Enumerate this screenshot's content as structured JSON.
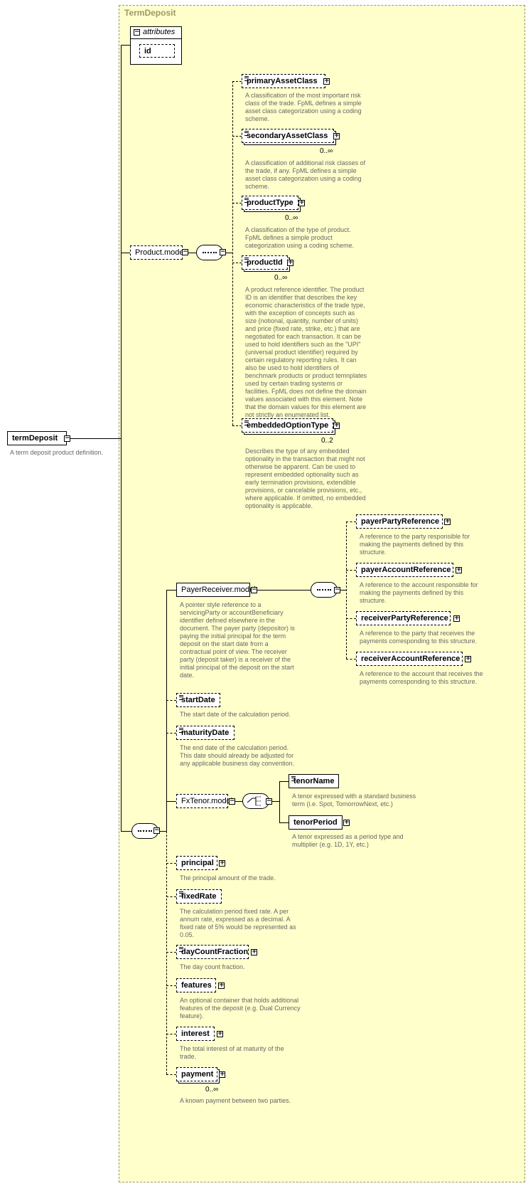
{
  "root": {
    "label": "termDeposit",
    "desc": "A term deposit product definition."
  },
  "group": {
    "title": "TermDeposit"
  },
  "attributes": {
    "label": "attributes",
    "id_label": "id"
  },
  "product_model": {
    "label": "Product.model",
    "items": [
      {
        "label": "primaryAssetClass",
        "card": "",
        "desc": "A classification of the most important risk class of the trade. FpML defines a simple asset class categorization using a coding scheme."
      },
      {
        "label": "secondaryAssetClass",
        "card": "0..∞",
        "desc": "A classification of additional risk classes of the trade, if any. FpML defines a simple asset class categorization using a coding scheme."
      },
      {
        "label": "productType",
        "card": "0..∞",
        "desc": "A classification of the type of product. FpML defines a simple product categorization using a coding scheme."
      },
      {
        "label": "productId",
        "card": "0..∞",
        "desc": "A product reference identifier. The product ID is an identifier that describes the key economic characteristics of the trade type, with the exception of concepts such as size (notional, quantity, number of units) and price (fixed rate, strike, etc.) that are negotiated for each transaction. It can be used to hold identifiers such as the \"UPI\" (universal product identifier) required by certain regulatory reporting rules. It can also be used to hold identifiers of benchmark products or product temnplates used by certain trading systems or facilities. FpML does not define the domain values associated with this element. Note that the domain values for this element are not strictly an enumerated list."
      },
      {
        "label": "embeddedOptionType",
        "card": "0..2",
        "desc": "Describes the type of any embedded optionality in the transaction that might not otherwise be apparent. Can be used to represent embedded optionality such as early termination provisions, extendible provisions, or cancelable provisions, etc., where applicable. If omitted, no embedded optionality is applicable."
      }
    ]
  },
  "payer_receiver": {
    "label": "PayerReceiver.model",
    "desc": "A pointer style reference to a servicingParty or accountBeneficiary identifier defined elsewhere in the document. The payer party (depositor) is paying the initial principal for the term deposit on the start date from a contractual point of view. The receiver party (deposit taker) is a receiver of the initial principal of the deposit on the start date.",
    "items": [
      {
        "label": "payerPartyReference",
        "desc": "A reference to the party responsible for making the payments defined by this structure."
      },
      {
        "label": "payerAccountReference",
        "desc": "A reference to the account responsible for making the payments defined by this structure."
      },
      {
        "label": "receiverPartyReference",
        "desc": "A reference to the party that receives the payments corresponding to this structure."
      },
      {
        "label": "receiverAccountReference",
        "desc": "A reference to the account that receives the payments corresponding to this structure."
      }
    ]
  },
  "start_date": {
    "label": "startDate",
    "desc": "The start date of the calculation period."
  },
  "maturity_date": {
    "label": "maturityDate",
    "desc": "The end date of the calculation period. This date should already be adjusted for any applicable business day convention."
  },
  "fx_tenor": {
    "label": "FxTenor.model",
    "items": [
      {
        "label": "tenorName",
        "desc": "A tenor expressed with a standard business term (i.e. Spot, TomorrowNext, etc.)"
      },
      {
        "label": "tenorPeriod",
        "desc": "A tenor expressed as a period type and multiplier (e.g. 1D, 1Y, etc.)"
      }
    ]
  },
  "principal": {
    "label": "principal",
    "desc": "The principal amount of the trade."
  },
  "fixed_rate": {
    "label": "fixedRate",
    "desc": "The calculation period fixed rate. A per annum rate, expressed as a decimal. A fixed rate of 5% would be represented as 0.05."
  },
  "day_count": {
    "label": "dayCountFraction",
    "desc": "The day count fraction."
  },
  "features": {
    "label": "features",
    "desc": "An optional container that holds additional features of the deposit (e.g. Dual Currency feature)."
  },
  "interest": {
    "label": "interest",
    "desc": "The total interest of at maturity of the trade."
  },
  "payment": {
    "label": "payment",
    "card": "0..∞",
    "desc": "A known payment between two parties."
  }
}
